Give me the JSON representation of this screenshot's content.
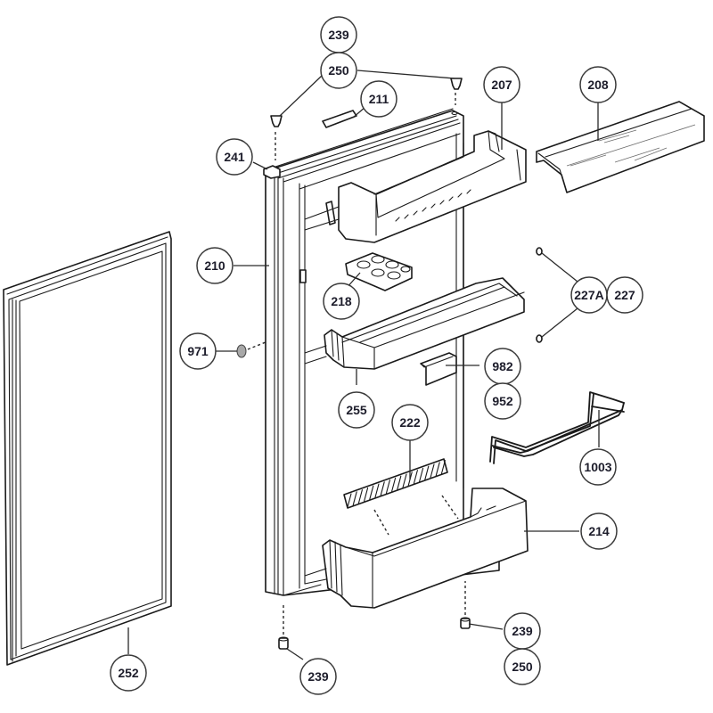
{
  "diagram": {
    "title": "Refrigerator door exploded parts view",
    "colors": {
      "line": "#1a1a1a",
      "bubble_border": "#3a3a3a",
      "label_text": "#1d1d2b",
      "background": "#ffffff"
    },
    "callouts": [
      {
        "id": "c239-top",
        "label": "239",
        "part": "door-hinge-bushing"
      },
      {
        "id": "c250-top",
        "label": "250",
        "part": "door-hinge-bushing-alt"
      },
      {
        "id": "c211",
        "label": "211",
        "part": "logo-badge"
      },
      {
        "id": "c207",
        "label": "207",
        "part": "upper-door-shelf"
      },
      {
        "id": "c208",
        "label": "208",
        "part": "shelf-front-cover"
      },
      {
        "id": "c241",
        "label": "241",
        "part": "door-corner-cap"
      },
      {
        "id": "c210",
        "label": "210",
        "part": "door-panel"
      },
      {
        "id": "c218",
        "label": "218",
        "part": "egg-tray"
      },
      {
        "id": "c227A",
        "label": "227A",
        "part": "shelf-stud"
      },
      {
        "id": "c227",
        "label": "227",
        "part": "shelf-stud-alt"
      },
      {
        "id": "c971",
        "label": "971",
        "part": "magnet-plug"
      },
      {
        "id": "c982",
        "label": "982",
        "part": "door-label"
      },
      {
        "id": "c952",
        "label": "952",
        "part": "door-label-alt"
      },
      {
        "id": "c255",
        "label": "255",
        "part": "middle-door-shelf"
      },
      {
        "id": "c222",
        "label": "222",
        "part": "bottle-retainer-comb"
      },
      {
        "id": "c1003",
        "label": "1003",
        "part": "bottle-retainer-bar"
      },
      {
        "id": "c214",
        "label": "214",
        "part": "bottom-door-shelf"
      },
      {
        "id": "c252",
        "label": "252",
        "part": "door-gasket"
      },
      {
        "id": "c239-bottom",
        "label": "239",
        "part": "lower-hinge-bushing"
      },
      {
        "id": "c239-right",
        "label": "239",
        "part": "shelf-bushing"
      },
      {
        "id": "c250-right",
        "label": "250",
        "part": "shelf-bushing-alt"
      }
    ]
  }
}
